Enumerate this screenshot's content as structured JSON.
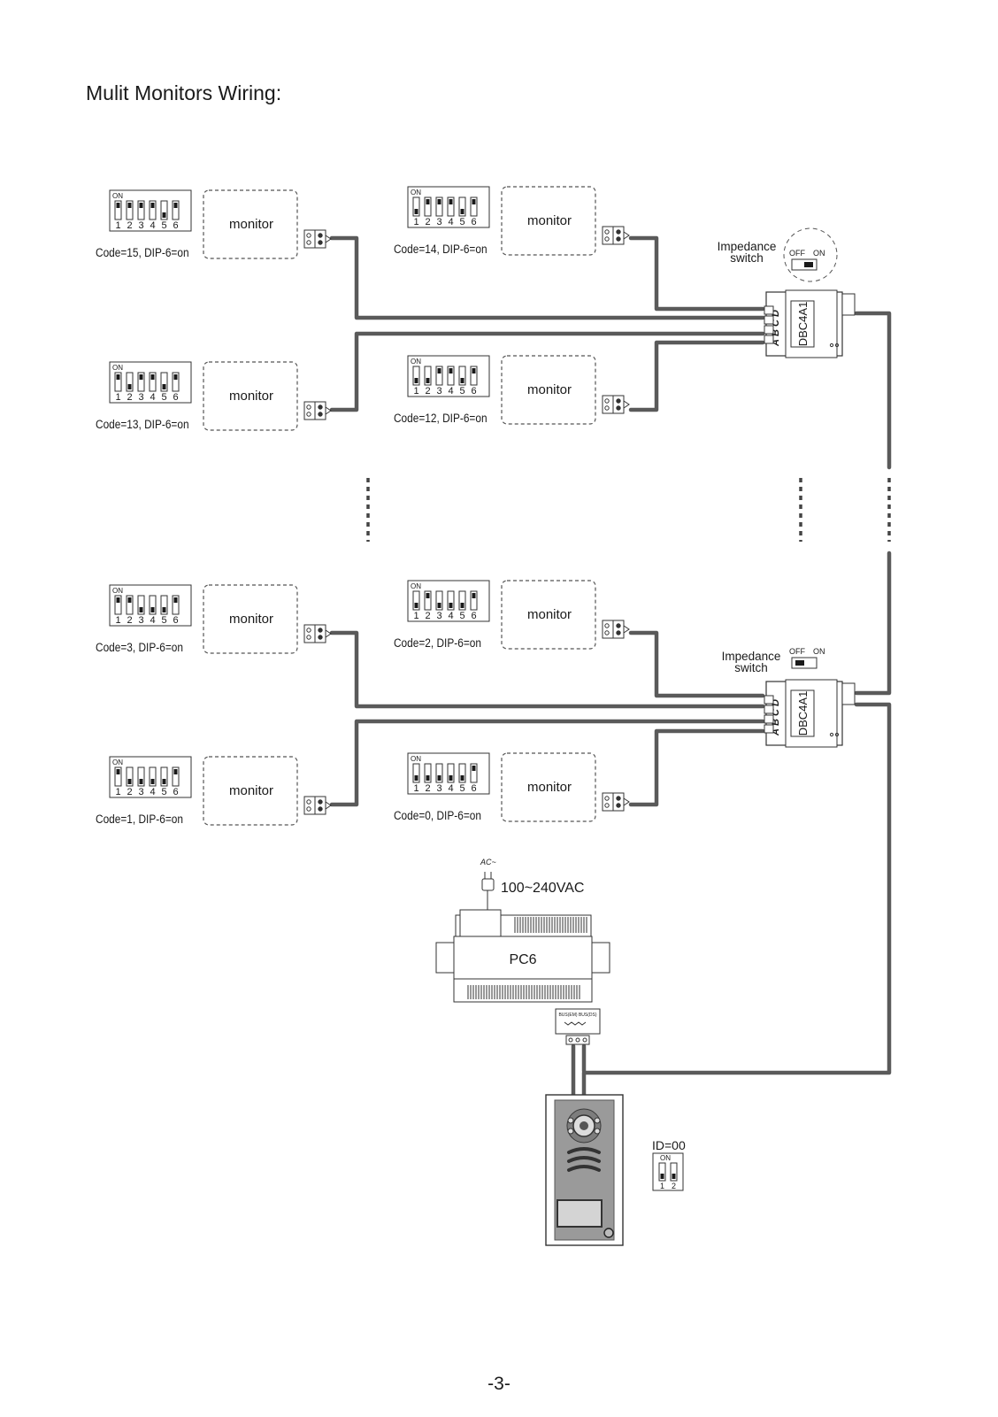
{
  "title": "Mulit Monitors Wiring:",
  "page_number": "-3-",
  "monitor_label": "monitor",
  "dip_on_label": "ON",
  "dip_numbers": [
    "1",
    "2",
    "3",
    "4",
    "5",
    "6"
  ],
  "monitors": [
    {
      "code_label": "Code=15, DIP-6=on",
      "dip": [
        1,
        1,
        1,
        1,
        0,
        1
      ]
    },
    {
      "code_label": "Code=14, DIP-6=on",
      "dip": [
        0,
        1,
        1,
        1,
        0,
        1
      ]
    },
    {
      "code_label": "Code=13, DIP-6=on",
      "dip": [
        1,
        0,
        1,
        1,
        0,
        1
      ]
    },
    {
      "code_label": "Code=12, DIP-6=on",
      "dip": [
        0,
        0,
        1,
        1,
        0,
        1
      ]
    },
    {
      "code_label": "Code=3, DIP-6=on",
      "dip": [
        1,
        1,
        0,
        0,
        0,
        1
      ]
    },
    {
      "code_label": "Code=2, DIP-6=on",
      "dip": [
        0,
        1,
        0,
        0,
        0,
        1
      ]
    },
    {
      "code_label": "Code=1, DIP-6=on",
      "dip": [
        1,
        0,
        0,
        0,
        0,
        1
      ]
    },
    {
      "code_label": "Code=0, DIP-6=on",
      "dip": [
        0,
        0,
        0,
        0,
        0,
        1
      ]
    }
  ],
  "distributors": [
    {
      "model": "DBC4A1",
      "ports": [
        "A",
        "B",
        "C",
        "D"
      ],
      "impedance_label": [
        "Impedance",
        "switch"
      ],
      "switch_off": "OFF",
      "switch_on": "ON",
      "switch_state": "on"
    },
    {
      "model": "DBC4A1",
      "ports": [
        "A",
        "B",
        "C",
        "D"
      ],
      "impedance_label": [
        "Impedance",
        "switch"
      ],
      "switch_off": "OFF",
      "switch_on": "ON",
      "switch_state": "off"
    }
  ],
  "power_supply": {
    "model": "PC6",
    "ac_label": "AC~",
    "voltage": "100~240VAC",
    "terminal_label": "BUS(EM) BUS(DS)"
  },
  "door_station": {
    "id_label": "ID=00",
    "dip_on_label": "ON",
    "dip_numbers": [
      "1",
      "2"
    ],
    "dip": [
      0,
      0
    ]
  }
}
